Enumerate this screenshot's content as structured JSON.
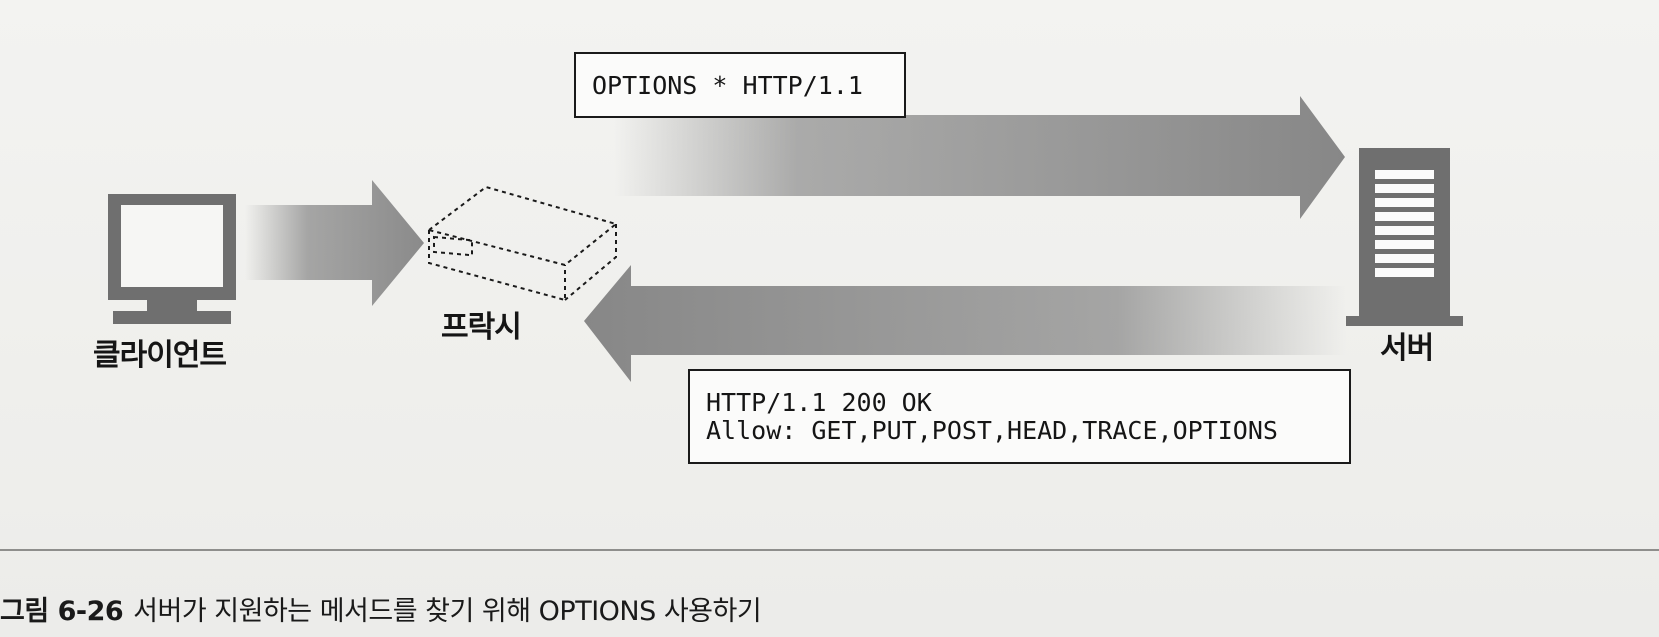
{
  "nodes": {
    "client": "클라이언트",
    "proxy": "프락시",
    "server": "서버"
  },
  "request_box": {
    "line1": "OPTIONS * HTTP/1.1"
  },
  "response_box": {
    "line1": "HTTP/1.1 200 OK",
    "line2": "Allow: GET,PUT,POST,HEAD,TRACE,OPTIONS"
  },
  "caption": {
    "number": "그림 6-26",
    "text": "서버가 지원하는 메서드를 찾기 위해  OPTIONS 사용하기"
  },
  "colors": {
    "arrow": "#8a8a8a",
    "device": "#6f6f6f",
    "box_border": "#1a1a1a"
  },
  "icons": [
    "computer-monitor-icon",
    "proxy-box-icon",
    "server-rack-icon"
  ]
}
